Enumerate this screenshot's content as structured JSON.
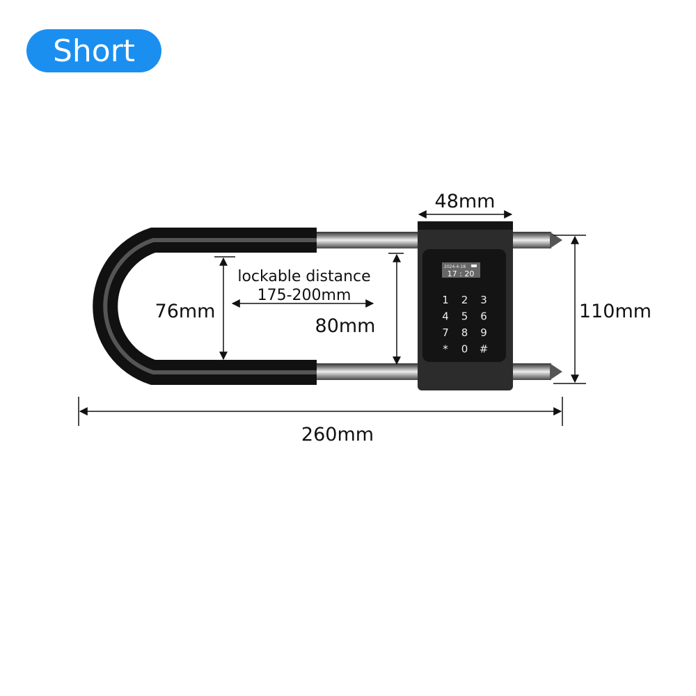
{
  "badge": {
    "label": "Short",
    "color": "#1b8ff0"
  },
  "dimensions": {
    "body_width": "48mm",
    "total_height": "110mm",
    "total_length": "260mm",
    "inner_gap": "76mm",
    "rod_gap": "80mm",
    "lockable_label": "lockable distance",
    "lockable_range": "175-200mm"
  },
  "lock": {
    "screen_date": "2024-4-18",
    "screen_time": "17 : 20",
    "keys": [
      "1",
      "2",
      "3",
      "4",
      "5",
      "6",
      "7",
      "8",
      "9",
      "*",
      "0",
      "#"
    ]
  }
}
